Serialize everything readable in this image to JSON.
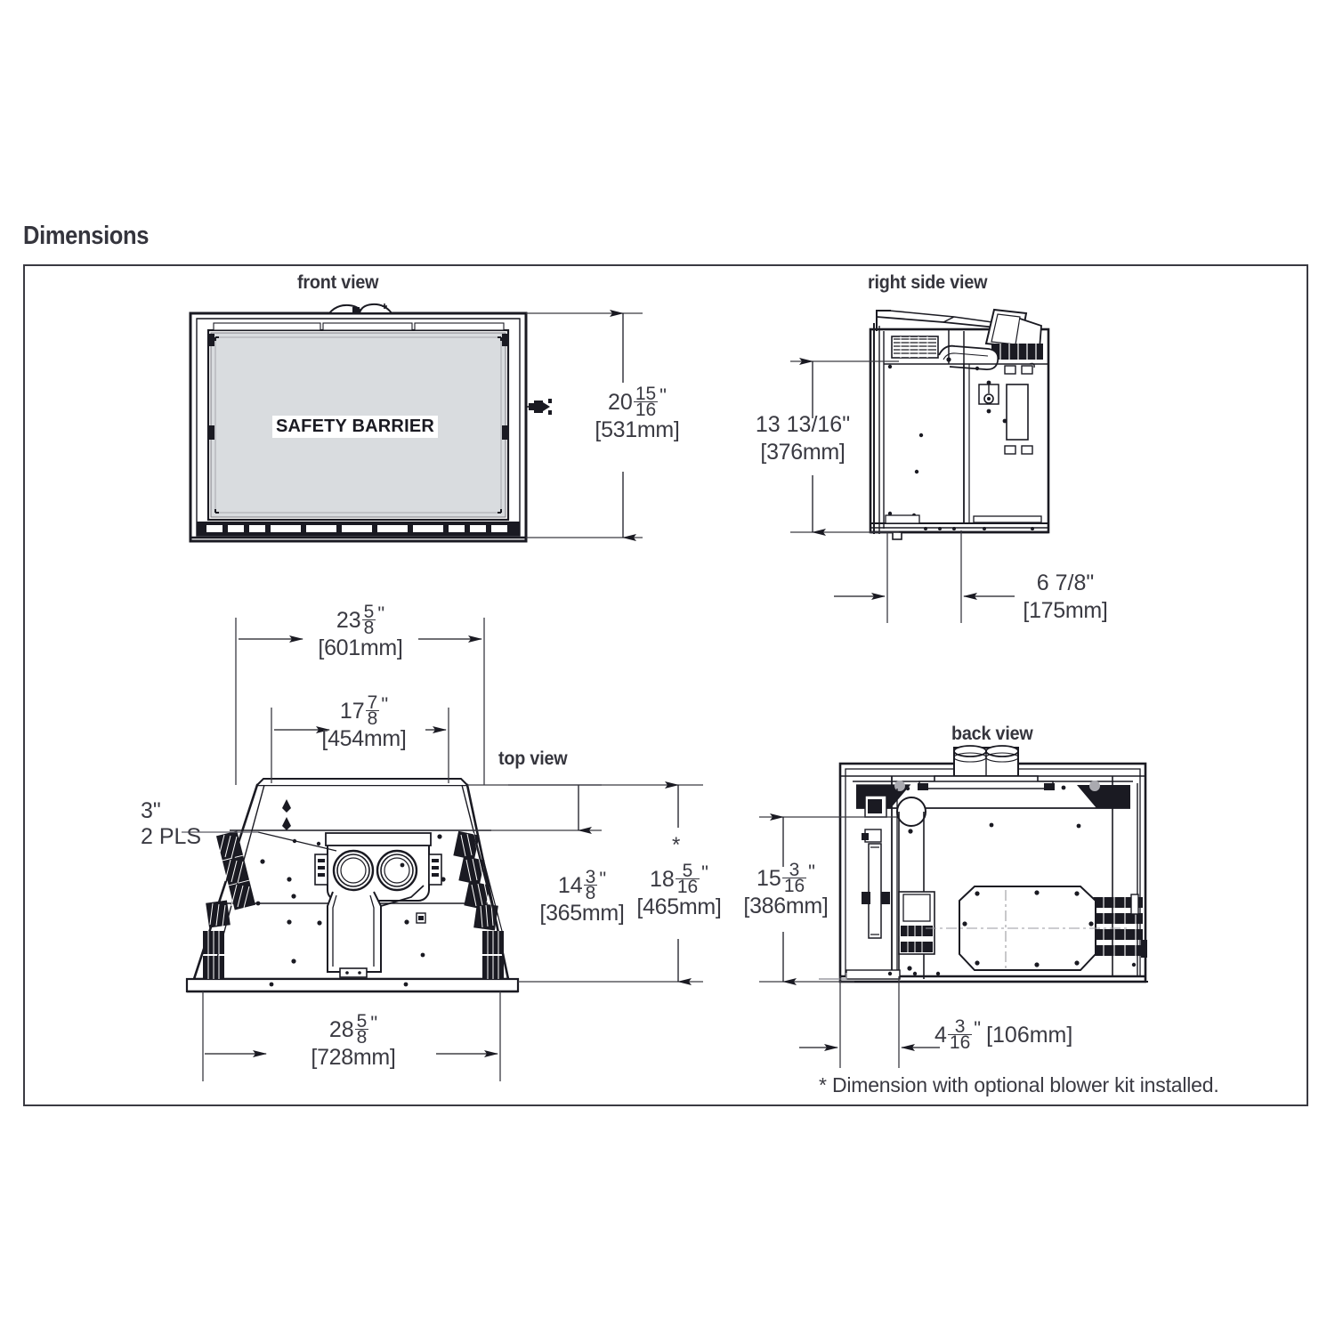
{
  "page": {
    "title": "Dimensions"
  },
  "views": {
    "front": {
      "label": "front view"
    },
    "right_side": {
      "label": "right side view"
    },
    "top": {
      "label": "top view"
    },
    "back": {
      "label": "back view"
    }
  },
  "annotations": {
    "safety_barrier": "SAFETY BARRIER",
    "three_inch": "3\"",
    "two_pls": "2 PLS",
    "asterisk": "*",
    "footnote": "* Dimension with optional blower kit installed."
  },
  "dimensions": {
    "front_height": {
      "whole": "20",
      "num": "15",
      "den": "16",
      "inch": "\"",
      "mm": "[531mm]",
      "view": "front view",
      "orientation": "vertical"
    },
    "side_height": {
      "text": "13 13/16\"",
      "mm": "[376mm]",
      "view": "right side view",
      "orientation": "vertical"
    },
    "side_offset": {
      "text": "6 7/8\"",
      "mm": "[175mm]",
      "view": "right side view",
      "orientation": "horizontal"
    },
    "top_width_upper": {
      "whole": "23",
      "num": "5",
      "den": "8",
      "inch": "\"",
      "mm": "[601mm]",
      "view": "top view",
      "orientation": "horizontal"
    },
    "top_width_inner": {
      "whole": "17",
      "num": "7",
      "den": "8",
      "inch": "\"",
      "mm": "[454mm]",
      "view": "top view",
      "orientation": "horizontal"
    },
    "top_depth_partial": {
      "whole": "14",
      "num": "3",
      "den": "8",
      "inch": "\"",
      "mm": "[365mm]",
      "view": "top view",
      "orientation": "vertical"
    },
    "top_depth_full": {
      "whole": "18",
      "num": "5",
      "den": "16",
      "inch": "\"",
      "mm": "[465mm]",
      "view": "top view",
      "orientation": "vertical",
      "footnote_ref": "*"
    },
    "top_width_lower": {
      "whole": "28",
      "num": "5",
      "den": "8",
      "inch": "\"",
      "mm": "[728mm]",
      "view": "top view",
      "orientation": "horizontal"
    },
    "back_height": {
      "whole": "15",
      "num": "3",
      "den": "16",
      "inch": "\"",
      "mm": "[386mm]",
      "view": "back view",
      "orientation": "vertical"
    },
    "back_offset": {
      "whole": "4",
      "num": "3",
      "den": "16",
      "inch": "\"",
      "mm": "[106mm]",
      "view": "back view",
      "orientation": "horizontal"
    }
  },
  "colors": {
    "line": "#1a1a22",
    "text": "#3a3a42",
    "frame": "#3a3a42",
    "barrier_fill": "#d9dcdf",
    "thin": "#5b5b63"
  }
}
